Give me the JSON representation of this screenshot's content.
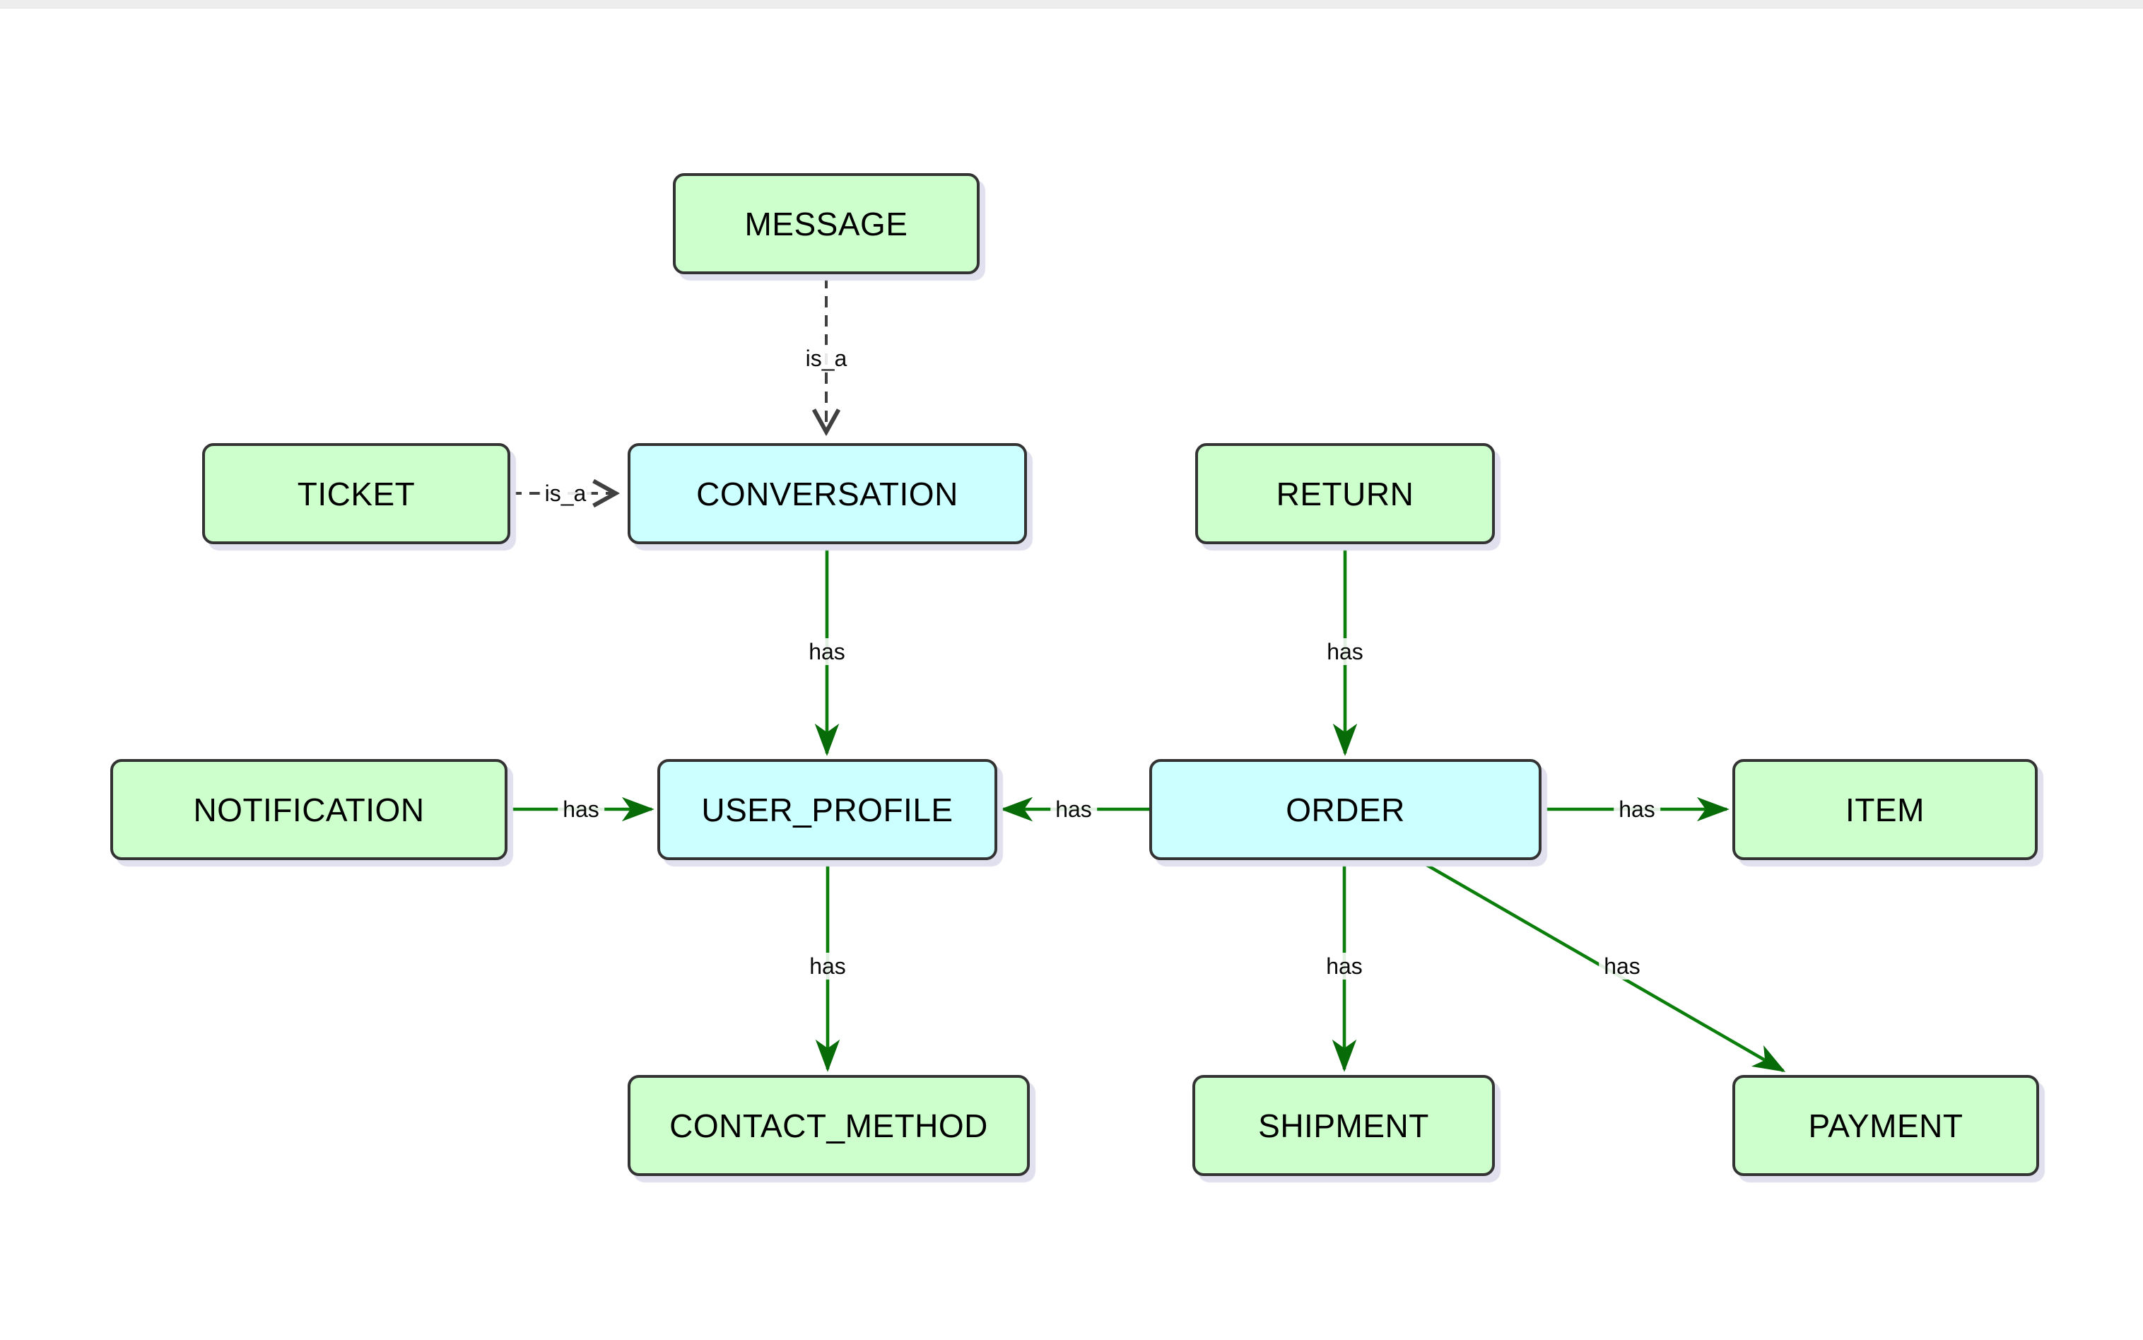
{
  "page": {
    "background": "#ffffff",
    "top_strip_color": "#ededed"
  },
  "diagram": {
    "nodes": [
      {
        "id": "message",
        "label": "MESSAGE",
        "kind": "entity"
      },
      {
        "id": "ticket",
        "label": "TICKET",
        "kind": "entity"
      },
      {
        "id": "conversation",
        "label": "CONVERSATION",
        "kind": "highlight"
      },
      {
        "id": "return",
        "label": "RETURN",
        "kind": "entity"
      },
      {
        "id": "notification",
        "label": "NOTIFICATION",
        "kind": "entity"
      },
      {
        "id": "user_profile",
        "label": "USER_PROFILE",
        "kind": "highlight"
      },
      {
        "id": "order",
        "label": "ORDER",
        "kind": "highlight"
      },
      {
        "id": "item",
        "label": "ITEM",
        "kind": "entity"
      },
      {
        "id": "contact_method",
        "label": "CONTACT_METHOD",
        "kind": "entity"
      },
      {
        "id": "shipment",
        "label": "SHIPMENT",
        "kind": "entity"
      },
      {
        "id": "payment",
        "label": "PAYMENT",
        "kind": "entity"
      }
    ],
    "edges": [
      {
        "from": "MESSAGE",
        "to": "CONVERSATION",
        "label": "is_a",
        "style": "dashed"
      },
      {
        "from": "TICKET",
        "to": "CONVERSATION",
        "label": "is_a",
        "style": "dashed"
      },
      {
        "from": "CONVERSATION",
        "to": "USER_PROFILE",
        "label": "has",
        "style": "solid"
      },
      {
        "from": "RETURN",
        "to": "ORDER",
        "label": "has",
        "style": "solid"
      },
      {
        "from": "NOTIFICATION",
        "to": "USER_PROFILE",
        "label": "has",
        "style": "solid"
      },
      {
        "from": "ORDER",
        "to": "USER_PROFILE",
        "label": "has",
        "style": "solid"
      },
      {
        "from": "ORDER",
        "to": "ITEM",
        "label": "has",
        "style": "solid"
      },
      {
        "from": "USER_PROFILE",
        "to": "CONTACT_METHOD",
        "label": "has",
        "style": "solid"
      },
      {
        "from": "ORDER",
        "to": "SHIPMENT",
        "label": "has",
        "style": "solid"
      },
      {
        "from": "ORDER",
        "to": "PAYMENT",
        "label": "has",
        "style": "solid"
      }
    ],
    "colors": {
      "entity_fill": "#ccffcc",
      "highlight_fill": "#ccffff",
      "node_border": "#333333",
      "relation_edge": "#0b7e0b",
      "relation_arrowhead": "#076c07",
      "isa_edge": "#404040",
      "shadow": "#e0e0ee"
    }
  }
}
